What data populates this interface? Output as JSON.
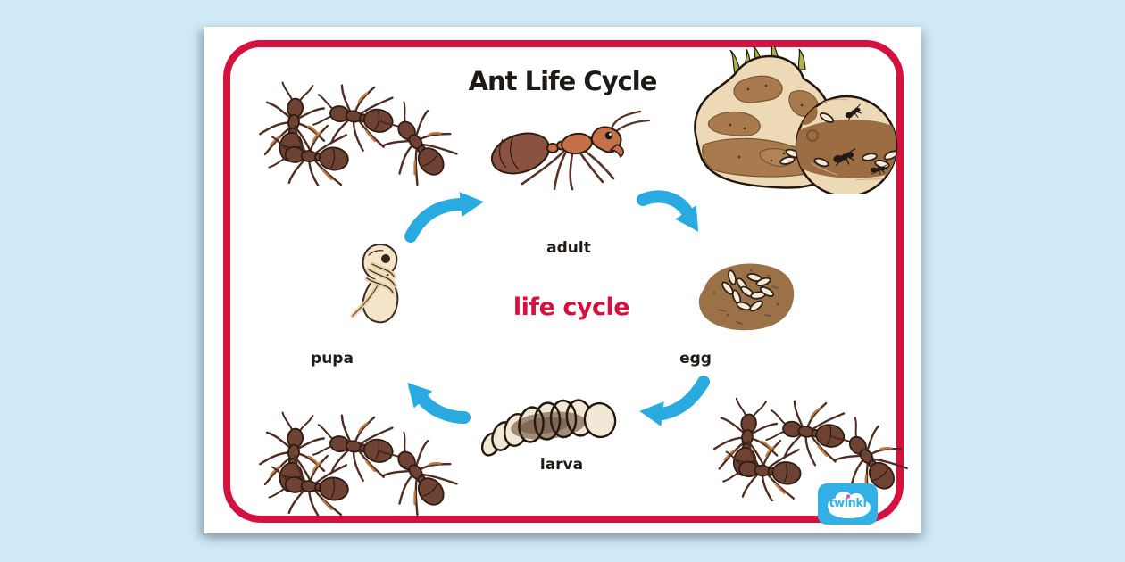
{
  "poster": {
    "title": "Ant Life Cycle",
    "center_label": "life cycle",
    "stages": [
      {
        "id": "adult",
        "label": "adult"
      },
      {
        "id": "egg",
        "label": "egg"
      },
      {
        "id": "larva",
        "label": "larva"
      },
      {
        "id": "pupa",
        "label": "pupa"
      }
    ],
    "cycle_order": [
      "egg",
      "larva",
      "pupa",
      "adult"
    ],
    "logo_text": "twinkl",
    "illustrations": [
      "ant-colony-group-top-left",
      "adult-ant-side-view",
      "ant-nest-cross-section-with-magnifier",
      "eggs-in-soil",
      "pupa",
      "larva",
      "ant-colony-group-bottom-left",
      "ant-colony-group-bottom-right"
    ],
    "colors": {
      "background": "#cfe9f6",
      "page": "#ffffff",
      "frame_red": "#d5113d",
      "arrow_blue": "#29abe2",
      "text_dark": "#221a15",
      "center_label_red": "#d5113d",
      "ant_brown": "#6e4334",
      "adult_ant_orange": "#c4714a",
      "nest_tan": "#eed9b6",
      "soil_brown": "#9b7148",
      "egg_cream": "#f4ecd9",
      "logo_blue": "#33b1e6",
      "logo_dot_pink": "#e94e9c"
    }
  }
}
